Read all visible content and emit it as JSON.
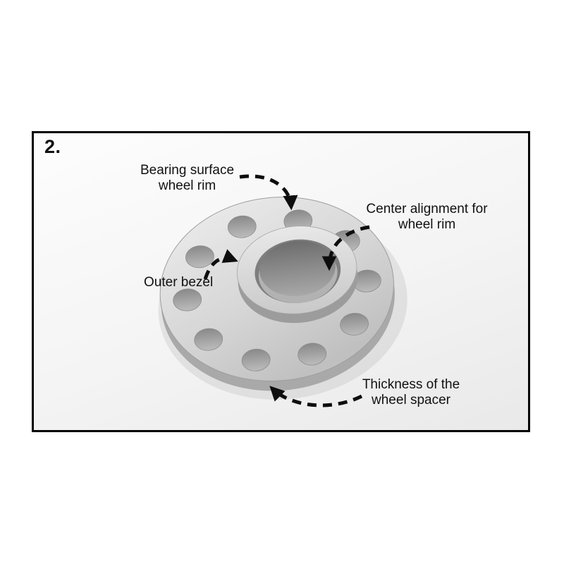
{
  "figure": {
    "step_number": "2.",
    "frame_border_color": "#000000",
    "labels": {
      "bearing_surface": "Bearing surface\nwheel rim",
      "center_alignment": "Center alignment for\nwheel rim",
      "outer_bezel": "Outer bezel",
      "thickness": "Thickness of the\nwheel spacer"
    },
    "illustration": {
      "subject": "wheel-spacer",
      "bolt_hole_count": 10,
      "colors": {
        "disc_light": "#ececec",
        "disc_dark": "#c3c3c3",
        "disc_edge": "#a9a9a9",
        "hole": "#8d8d8d",
        "bore": "#6f6f6f",
        "annotation": "#0d0d0d"
      }
    }
  }
}
